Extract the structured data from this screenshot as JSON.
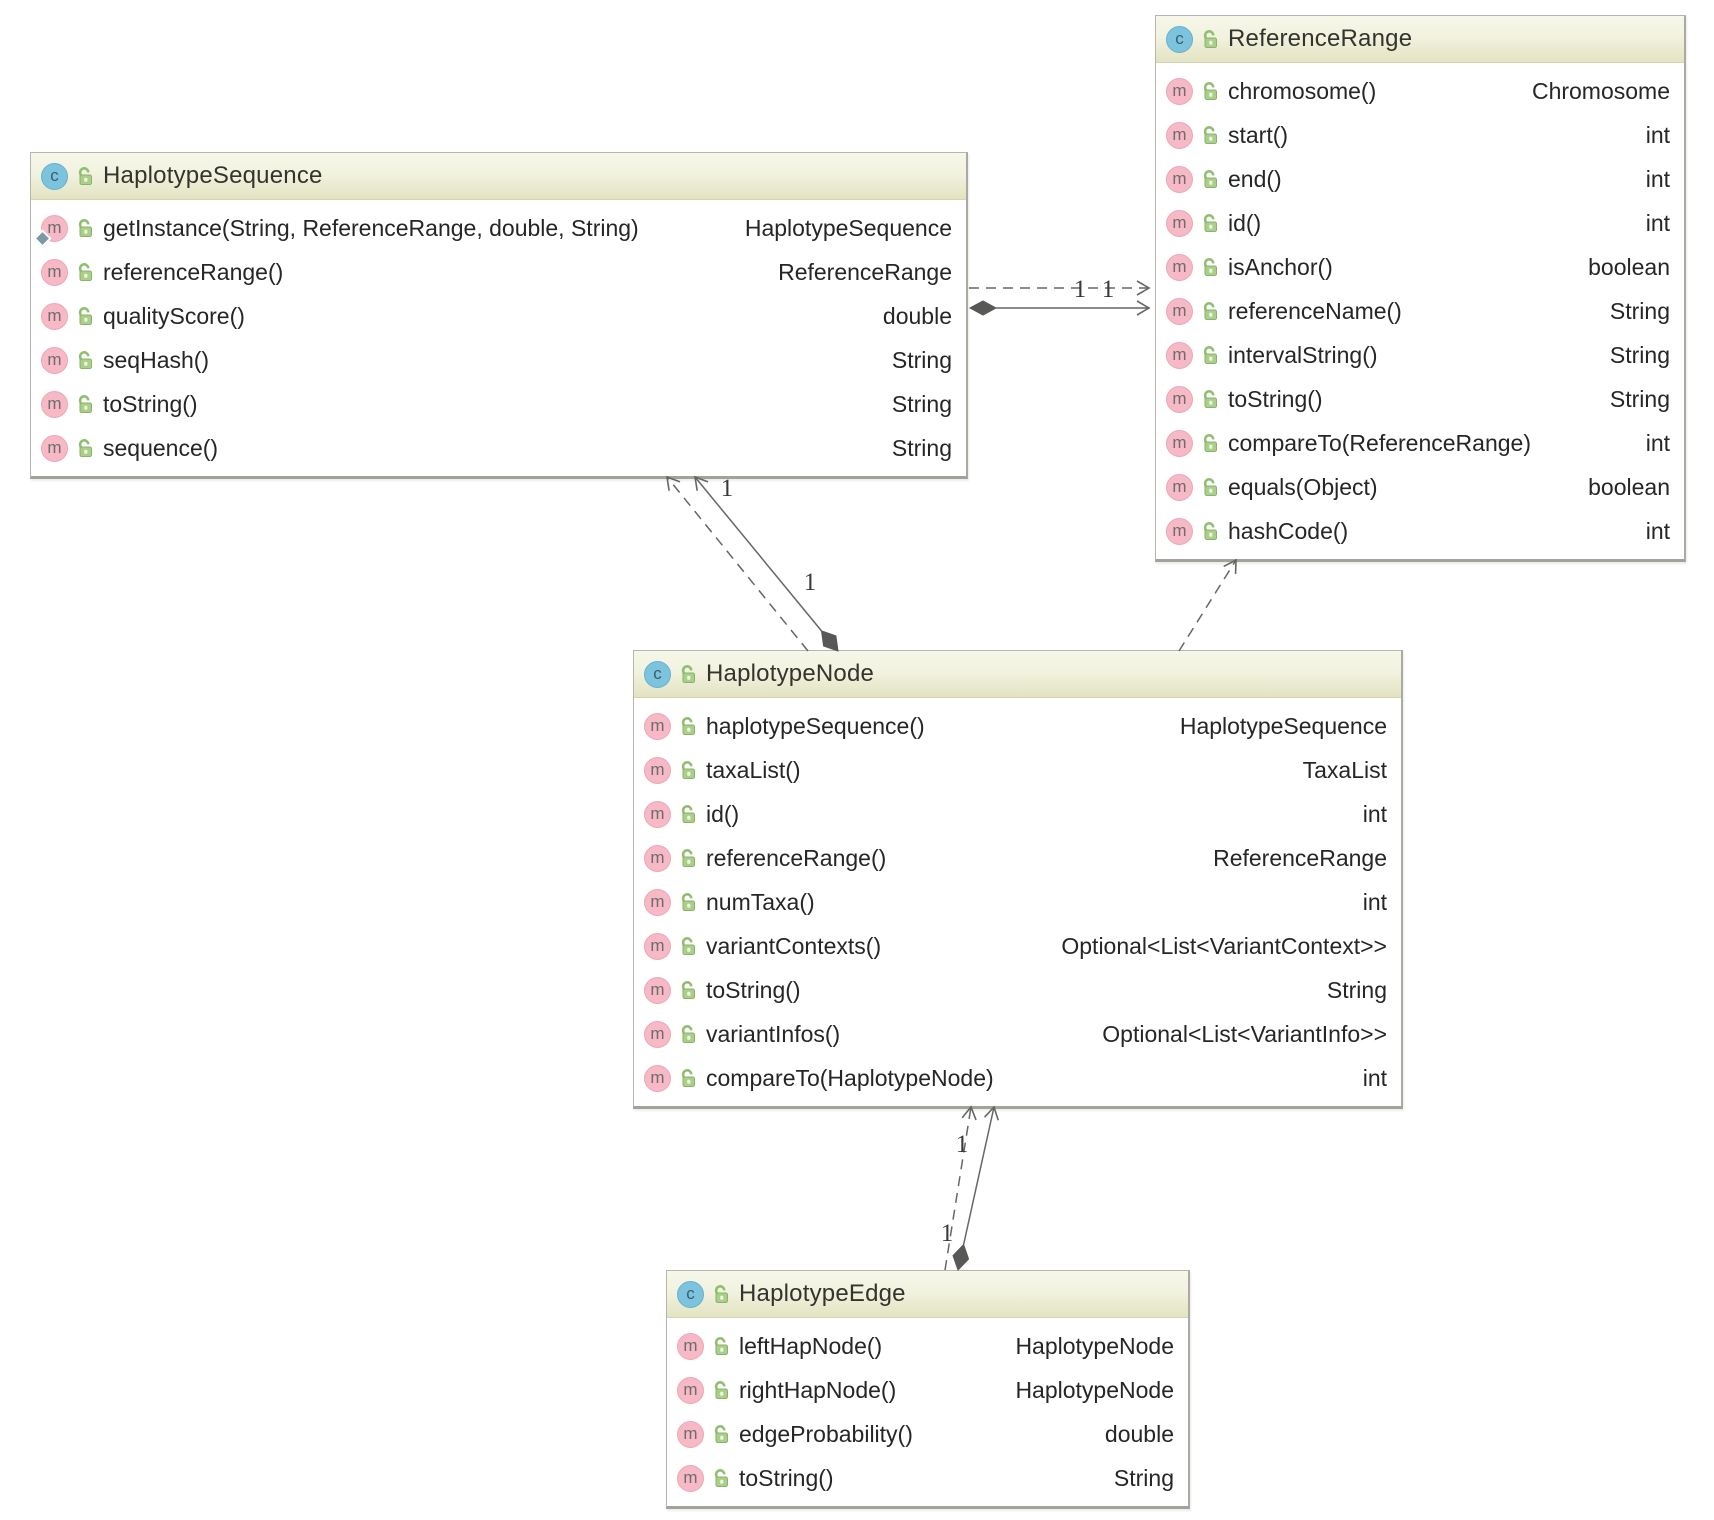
{
  "diagram": {
    "icons": {
      "class_badge_letter": "c",
      "method_badge_letter": "m",
      "visibility_icon": "unlocked-padlock-icon",
      "static_marker_icon": "static-diamond-icon"
    },
    "colors": {
      "class_badge_bg": "#7cc3de",
      "method_badge_bg": "#f6b9c5",
      "lock_green": "#8fbf6f",
      "header_gradient_top": "#f7f7ea",
      "header_gradient_bottom": "#e3e3c2",
      "edge_line": "#666664"
    },
    "classes": [
      {
        "name": "HaplotypeSequence",
        "kind": "class",
        "methods": [
          {
            "name": "getInstance(String, ReferenceRange, double, String)",
            "returns": "HaplotypeSequence",
            "static": true
          },
          {
            "name": "referenceRange()",
            "returns": "ReferenceRange"
          },
          {
            "name": "qualityScore()",
            "returns": "double"
          },
          {
            "name": "seqHash()",
            "returns": "String"
          },
          {
            "name": "toString()",
            "returns": "String"
          },
          {
            "name": "sequence()",
            "returns": "String"
          }
        ]
      },
      {
        "name": "ReferenceRange",
        "kind": "class",
        "methods": [
          {
            "name": "chromosome()",
            "returns": "Chromosome"
          },
          {
            "name": "start()",
            "returns": "int"
          },
          {
            "name": "end()",
            "returns": "int"
          },
          {
            "name": "id()",
            "returns": "int"
          },
          {
            "name": "isAnchor()",
            "returns": "boolean"
          },
          {
            "name": "referenceName()",
            "returns": "String"
          },
          {
            "name": "intervalString()",
            "returns": "String"
          },
          {
            "name": "toString()",
            "returns": "String"
          },
          {
            "name": "compareTo(ReferenceRange)",
            "returns": "int"
          },
          {
            "name": "equals(Object)",
            "returns": "boolean"
          },
          {
            "name": "hashCode()",
            "returns": "int"
          }
        ]
      },
      {
        "name": "HaplotypeNode",
        "kind": "class",
        "methods": [
          {
            "name": "haplotypeSequence()",
            "returns": "HaplotypeSequence"
          },
          {
            "name": "taxaList()",
            "returns": "TaxaList"
          },
          {
            "name": "id()",
            "returns": "int"
          },
          {
            "name": "referenceRange()",
            "returns": "ReferenceRange"
          },
          {
            "name": "numTaxa()",
            "returns": "int"
          },
          {
            "name": "variantContexts()",
            "returns": "Optional<List<VariantContext>>"
          },
          {
            "name": "toString()",
            "returns": "String"
          },
          {
            "name": "variantInfos()",
            "returns": "Optional<List<VariantInfo>>"
          },
          {
            "name": "compareTo(HaplotypeNode)",
            "returns": "int"
          }
        ]
      },
      {
        "name": "HaplotypeEdge",
        "kind": "class",
        "methods": [
          {
            "name": "leftHapNode()",
            "returns": "HaplotypeNode"
          },
          {
            "name": "rightHapNode()",
            "returns": "HaplotypeNode"
          },
          {
            "name": "edgeProbability()",
            "returns": "double"
          },
          {
            "name": "toString()",
            "returns": "String"
          }
        ]
      }
    ],
    "edges": {
      "sequence_to_range_dependency": {
        "from": "HaplotypeSequence",
        "to": "ReferenceRange",
        "style": "dashed-arrow",
        "labels": [
          "1",
          "1"
        ]
      },
      "sequence_to_range_aggregation": {
        "from": "HaplotypeSequence",
        "to": "ReferenceRange",
        "style": "solid-diamond-arrow"
      },
      "node_to_sequence_dependency": {
        "from": "HaplotypeNode",
        "to": "HaplotypeSequence",
        "style": "dashed-arrow",
        "label": "1"
      },
      "node_to_sequence_aggregation": {
        "from": "HaplotypeNode",
        "to": "HaplotypeSequence",
        "style": "solid-diamond-arrow",
        "label": "1"
      },
      "node_to_range_dependency": {
        "from": "HaplotypeNode",
        "to": "ReferenceRange",
        "style": "dashed-arrow"
      },
      "edge_to_node_dependency": {
        "from": "HaplotypeEdge",
        "to": "HaplotypeNode",
        "style": "dashed-arrow",
        "label": "1"
      },
      "edge_to_node_aggregation": {
        "from": "HaplotypeEdge",
        "to": "HaplotypeNode",
        "style": "solid-diamond-arrow",
        "label": "1"
      }
    }
  }
}
